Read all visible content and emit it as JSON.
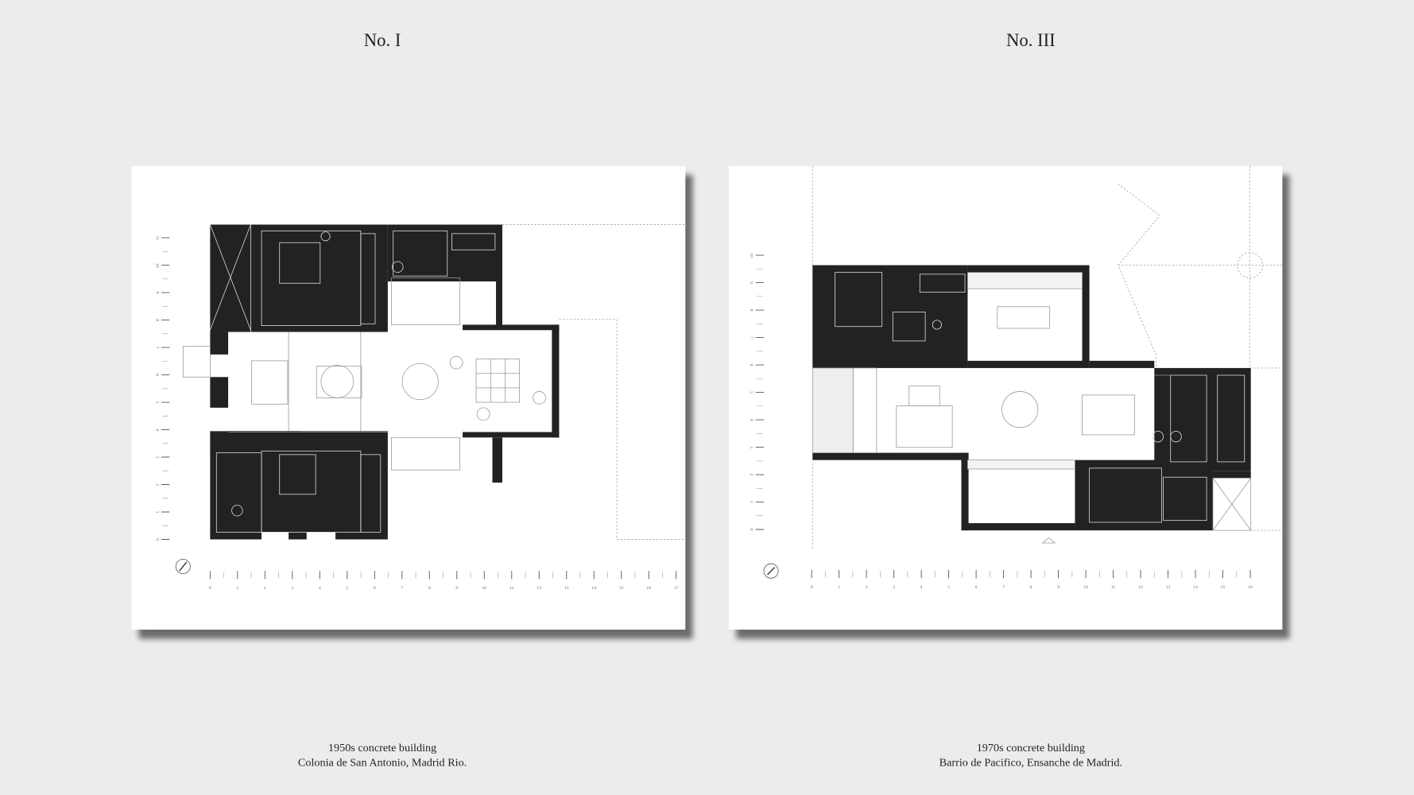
{
  "plans": [
    {
      "title": "No. I",
      "caption_line1": "1950s concrete building",
      "caption_line2": "Colonia de San Antonio, Madrid Rio.",
      "scale_x_labels": [
        "0",
        "1",
        "2",
        "3",
        "4",
        "5",
        "6",
        "7",
        "8",
        "9",
        "10",
        "11",
        "12",
        "13",
        "14",
        "15",
        "16",
        "17"
      ],
      "scale_y_labels": [
        "0",
        "1",
        "2",
        "3",
        "4",
        "5",
        "6",
        "7",
        "8",
        "9",
        "10",
        "11"
      ]
    },
    {
      "title": "No. III",
      "caption_line1": "1970s concrete building",
      "caption_line2": "Barrio de Pacifico, Ensanche de Madrid.",
      "scale_x_labels": [
        "0",
        "1",
        "2",
        "3",
        "4",
        "5",
        "6",
        "7",
        "8",
        "9",
        "10",
        "11",
        "12",
        "13",
        "14",
        "15",
        "16"
      ],
      "scale_y_labels": [
        "0",
        "1",
        "2",
        "3",
        "4",
        "5",
        "6",
        "7",
        "8",
        "9",
        "10"
      ]
    }
  ],
  "colors": {
    "background": "#ececec",
    "panel": "#ffffff",
    "wall": "#222222",
    "line": "#999999"
  }
}
